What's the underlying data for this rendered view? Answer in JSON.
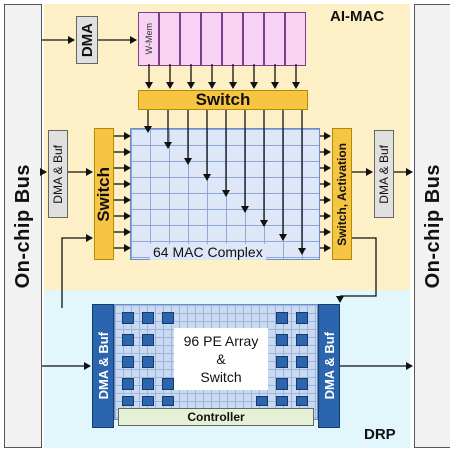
{
  "left_bus": {
    "label": "On-chip Bus"
  },
  "right_bus": {
    "label": "On-chip Bus"
  },
  "ai_mac": {
    "title": "AI-MAC",
    "dma_top": "DMA",
    "wmem_label": "W-Mem",
    "top_switch": "Switch",
    "left_dma_buf": "DMA & Buf",
    "left_switch": "Switch",
    "mac_complex": "64 MAC Complex",
    "right_switch": "Switch, Activation",
    "right_dma_buf": "DMA & Buf"
  },
  "drp": {
    "title": "DRP",
    "left_dma_buf": "DMA & Buf",
    "right_dma_buf": "DMA & Buf",
    "pe_array": [
      "96 PE Array",
      "&",
      "Switch"
    ],
    "controller": "Controller"
  },
  "colors": {
    "mac_region": "#fdf0c6",
    "drp_region": "#e1f7fb",
    "switch_yellow": "#f7c544",
    "dma_blue": "#2a65ad",
    "wmem_pink": "#f7d2f2",
    "mac_grid_blue": "#dde7f7",
    "controller_green": "#e5f1d5"
  }
}
